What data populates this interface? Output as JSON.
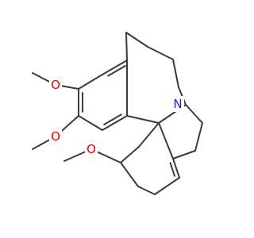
{
  "diagram": {
    "type": "skeletal-structure",
    "colors": {
      "bond": "#3b3b3b",
      "oxygen": "#e00000",
      "nitrogen": "#2020e0",
      "background": "#ffffff"
    },
    "atoms": [
      {
        "id": "o1",
        "symbol": "O"
      },
      {
        "id": "o2",
        "symbol": "O"
      },
      {
        "id": "o3",
        "symbol": "O"
      },
      {
        "id": "n1",
        "symbol": "N"
      }
    ]
  }
}
